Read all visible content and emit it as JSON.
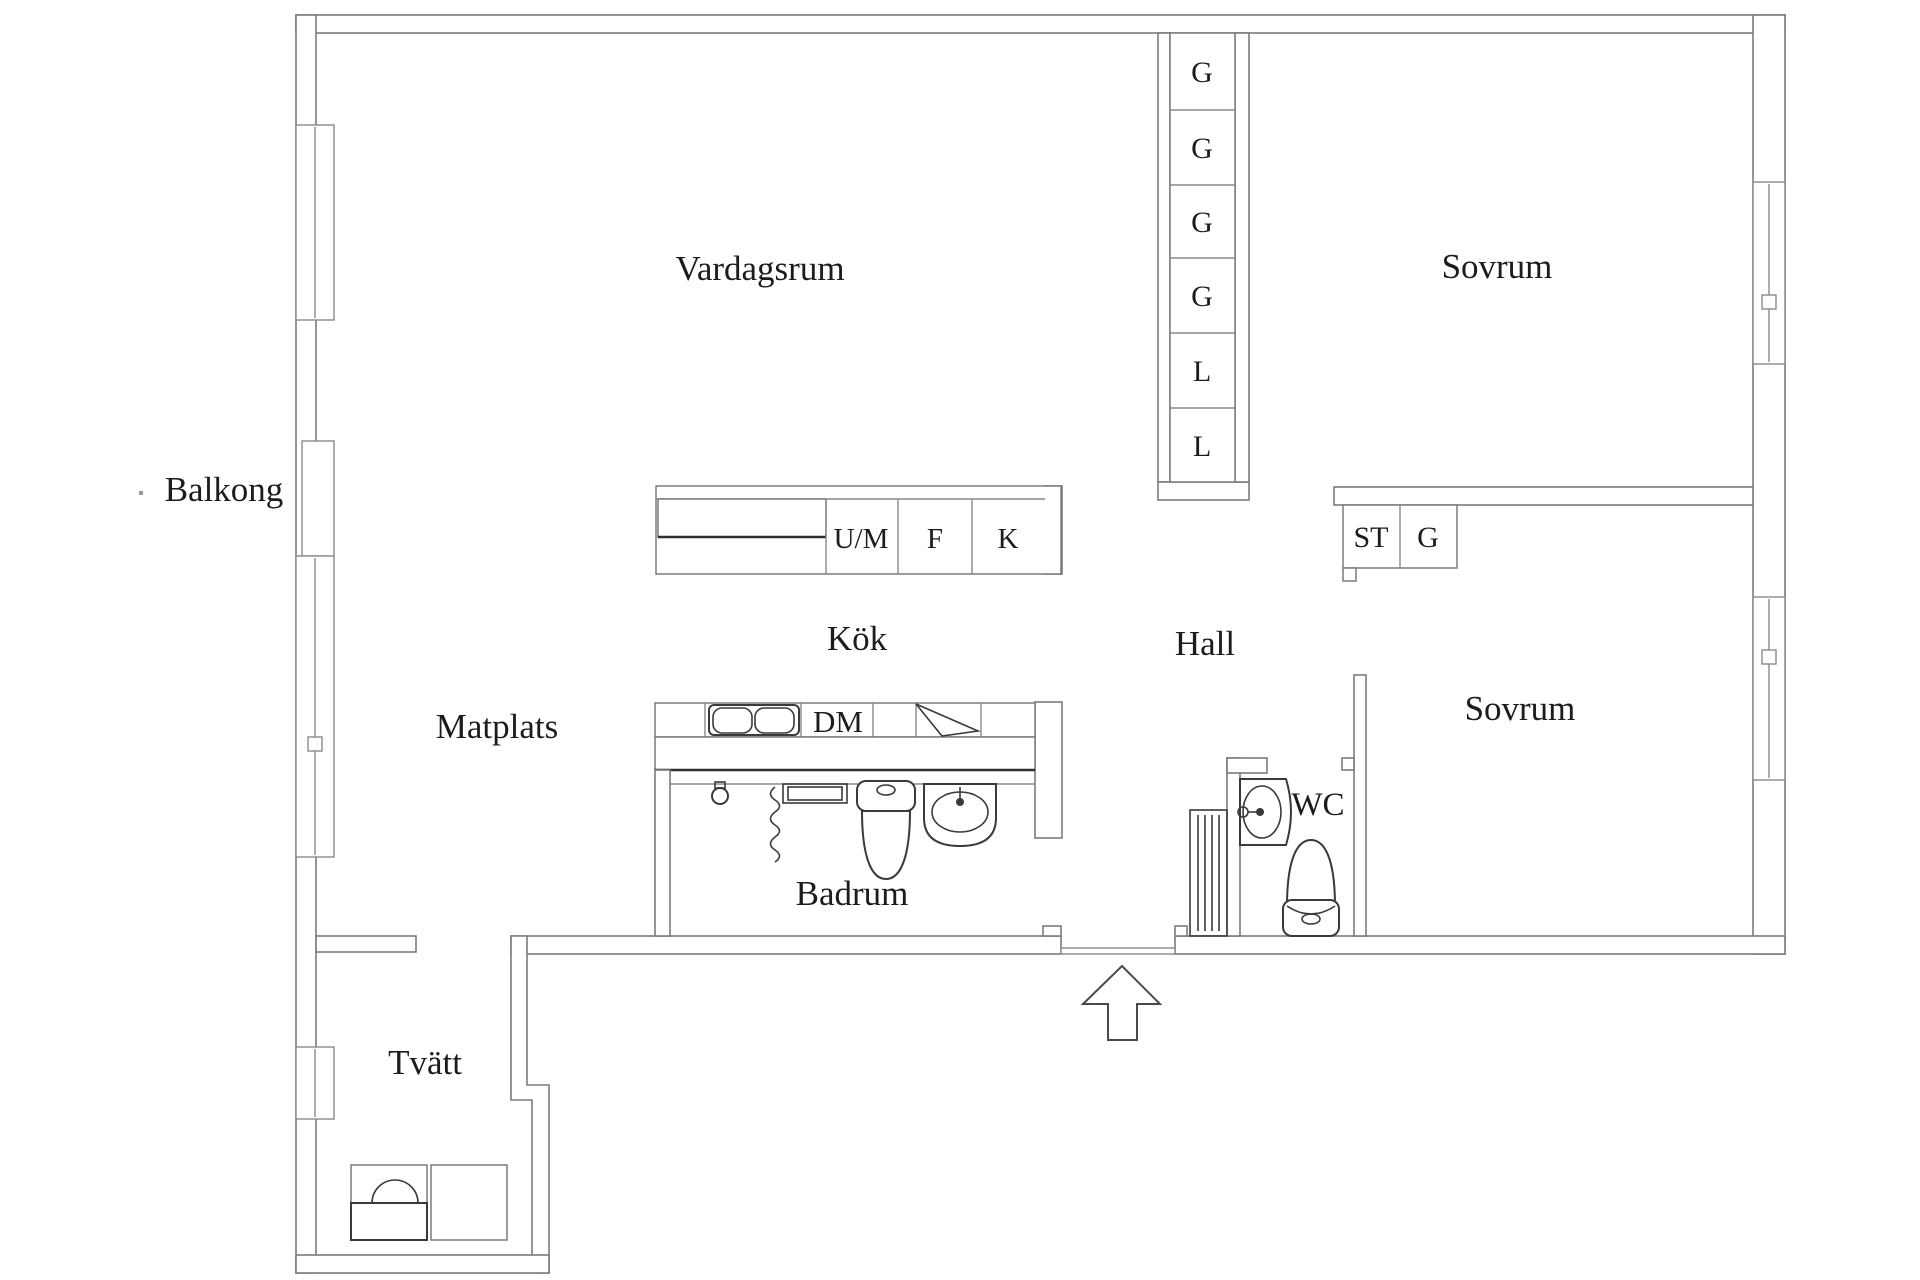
{
  "palette": {
    "background": "#ffffff",
    "wall_line": "#7b7b7b",
    "fixture_line": "#3a3a3a",
    "accent_dark_line": "#2f2f2f",
    "text": "#1c1c1c"
  },
  "rooms": {
    "vardagsrum": "Vardagsrum",
    "sovrum_top": "Sovrum",
    "sovrum_right": "Sovrum",
    "balkong": "Balkong",
    "matplats": "Matplats",
    "kok": "Kök",
    "hall": "Hall",
    "badrum": "Badrum",
    "wc": "WC",
    "tvatt": "Tvätt"
  },
  "closets": {
    "column": [
      "G",
      "G",
      "G",
      "G",
      "L",
      "L"
    ],
    "hall": [
      "ST",
      "G"
    ]
  },
  "kitchen": {
    "appliances": [
      "U/M",
      "F",
      "K"
    ],
    "dm": "DM"
  }
}
